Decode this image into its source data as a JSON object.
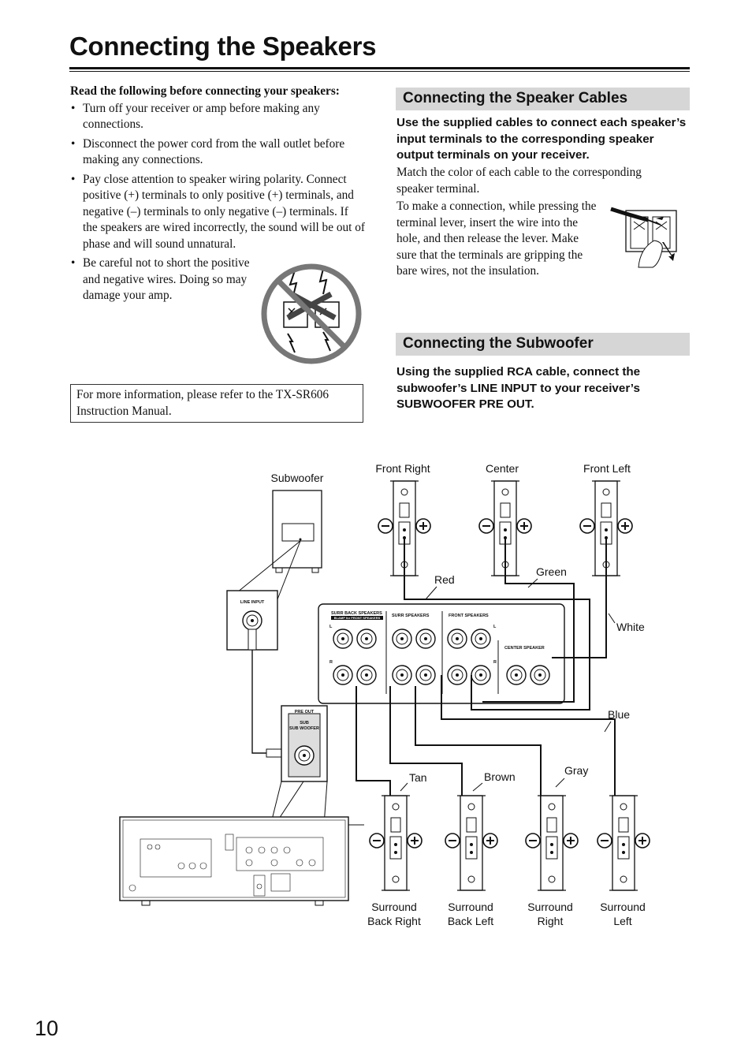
{
  "page": {
    "title": "Connecting the Speakers",
    "page_number": "10"
  },
  "intro": {
    "lead": "Read the following before connecting your speakers:",
    "bullets": [
      "Turn off your receiver or amp before making any connections.",
      "Disconnect the power cord from the wall outlet before making any connections.",
      "Pay close attention to speaker wiring polarity. Connect positive (+) terminals to only positive (+) terminals, and negative (–) terminals to only negative (–) terminals. If the speakers are wired incorrectly, the sound will be out of phase and will sound unnatural.",
      "Be careful not to short the positive and negative wires. Doing so may damage your amp."
    ],
    "note": "For more information, please refer to the TX-SR606 Instruction Manual."
  },
  "speaker_cables": {
    "heading": "Connecting the Speaker Cables",
    "bold": "Use the supplied cables to connect each speaker’s input terminals to the corresponding speaker output terminals on your receiver.",
    "para1": "Match the color of each cable to the corresponding speaker terminal.",
    "para2": "To make a connection, while pressing the terminal lever, insert the wire into the hole, and then release the lever. Make sure that the terminals are gripping the bare wires, not the insulation."
  },
  "subwoofer": {
    "heading": "Connecting the Subwoofer",
    "bold": "Using the supplied RCA cable, connect the subwoofer’s LINE INPUT to your receiver’s SUBWOOFER PRE OUT."
  },
  "diagram": {
    "speakers_top": [
      "Front Right",
      "Center",
      "Front Left"
    ],
    "subwoofer_label": "Subwoofer",
    "line_input": "LINE INPUT",
    "pre_out": "PRE OUT",
    "sub_woofer": "SUB WOOFER",
    "panel_labels": {
      "surr_back": "SURR BACK SPEAKERS",
      "surr_back_sub": "BI-AMP for FRONT SPEAKERS",
      "surr": "SURR SPEAKERS",
      "front": "FRONT SPEAKERS",
      "center": "CENTER SPEAKER",
      "l": "L",
      "r": "R",
      "plus": "+",
      "minus": "–"
    },
    "wire_colors": {
      "red": "Red",
      "green": "Green",
      "white": "White",
      "blue": "Blue",
      "gray": "Gray",
      "brown": "Brown",
      "tan": "Tan"
    },
    "speakers_bottom": [
      {
        "line1": "Surround",
        "line2": "Back Right"
      },
      {
        "line1": "Surround",
        "line2": "Back Left"
      },
      {
        "line1": "Surround",
        "line2": "Right"
      },
      {
        "line1": "Surround",
        "line2": "Left"
      }
    ]
  },
  "colors": {
    "heading_bar": "#d6d6d6",
    "text": "#111111"
  }
}
